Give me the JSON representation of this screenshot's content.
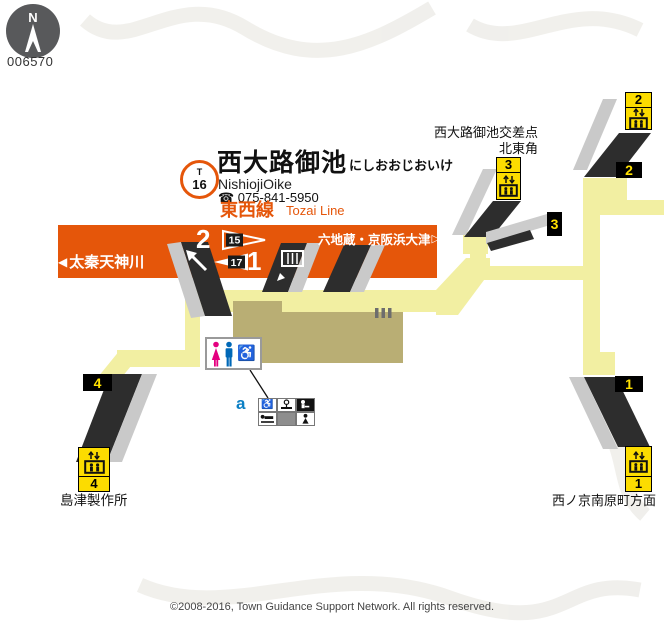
{
  "icons": {
    "wheelchair": "♿",
    "left_triangle": "◀",
    "right_triangle_hollow": "▷"
  },
  "compass": {
    "north_label": "N",
    "map_code": "006570"
  },
  "station": {
    "badge_line": "T",
    "badge_number": "16",
    "name_ja": "西大路御池",
    "name_kana": "にしおおじおいけ",
    "name_en": "NishiojiOike",
    "phone": "☎ 075-841-5950",
    "line_ja": "東西線",
    "line_en": "Tozai Line"
  },
  "platform": {
    "dest_left": "太秦天神川",
    "dest_right": "六地蔵・京阪浜大津",
    "track_2": "2",
    "track_2_flag": "15",
    "track_1": "1",
    "track_1_flag": "17"
  },
  "labels": {
    "intersection_1": "西大路御池交差点",
    "intersection_2": "北東角",
    "near_exit4": "島津製作所",
    "near_exit1": "西ノ京南原町方面",
    "toilet_group": "a"
  },
  "exits": {
    "e1": "1",
    "e2": "2",
    "e3": "3",
    "e4": "4"
  },
  "footer": {
    "copyright": "©2008-2016, Town Guidance Support Network. All rights reserved."
  }
}
